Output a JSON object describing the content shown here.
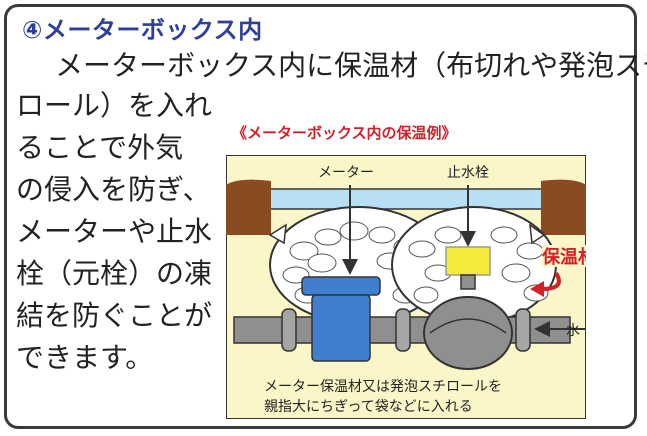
{
  "heading": "④メーターボックス内",
  "intro": "メーターボックス内に保温材（布切れや発泡スチ",
  "body_lines": [
    "ロール）を入れ",
    "ることで外気",
    "の侵入を防ぎ、",
    "メーターや止水",
    "栓（元栓）の凍",
    "結を防ぐことが",
    "できます。"
  ],
  "diagram": {
    "caption": "《メーターボックス内の保温例》",
    "label_meter": "メーター",
    "label_valve": "止水栓",
    "label_insulation": "保温材",
    "label_water": "水",
    "note_line1": "メーター保温材又は発泡スチロールを",
    "note_line2": "親指大にちぎって袋などに入れる"
  },
  "colors": {
    "heading": "#2f3f99",
    "caption": "#d2202a",
    "box_bg": "#fbf6c8",
    "pipe": "#8f8f8f",
    "meter": "#3f7fcf",
    "valve": "#f5ea3c",
    "soil": "#8a4a22",
    "water_band": "#b7dff5"
  }
}
